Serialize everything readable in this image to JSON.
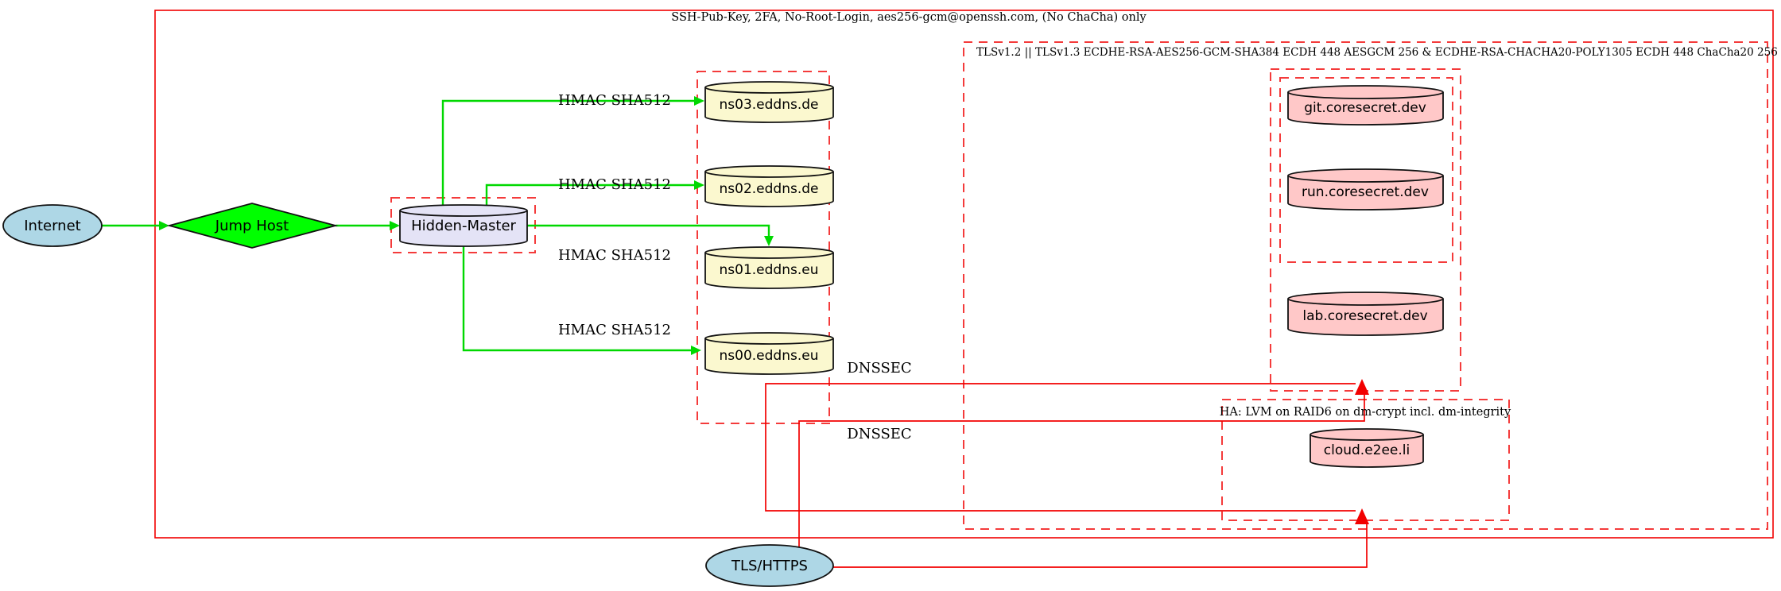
{
  "colors": {
    "red-solid": "#f20000",
    "red-dash": "#f43b3b",
    "green-edge": "#00d800",
    "green-node": "#00ff00",
    "lightblue": "#aed7e6",
    "lavender": "#e4e3f6",
    "lightyellow": "#fbf8cf",
    "pink": "#ffc8c8",
    "ink": "#111111"
  },
  "clusters": {
    "ssh": {
      "label": "SSH-Pub-Key, 2FA, No-Root-Login, aes256-gcm@openssh.com, (No ChaCha) only"
    },
    "tls": {
      "label": "TLSv1.2 || TLSv1.3 ECDHE-RSA-AES256-GCM-SHA384 ECDH 448 AESGCM 256 & ECDHE-RSA-CHACHA20-POLY1305 ECDH 448 ChaCha20 256"
    },
    "ha": {
      "label": "HA: LVM on RAID6 on dm-crypt incl. dm-integrity"
    }
  },
  "nodes": {
    "internet": {
      "label": "Internet"
    },
    "jump_host": {
      "label": "Jump Host"
    },
    "hidden_master": {
      "label": "Hidden-Master"
    },
    "ns03": {
      "label": "ns03.eddns.de"
    },
    "ns02": {
      "label": "ns02.eddns.de"
    },
    "ns01": {
      "label": "ns01.eddns.eu"
    },
    "ns00": {
      "label": "ns00.eddns.eu"
    },
    "git": {
      "label": "git.coresecret.dev"
    },
    "run": {
      "label": "run.coresecret.dev"
    },
    "lab": {
      "label": "lab.coresecret.dev"
    },
    "cloud": {
      "label": "cloud.e2ee.li"
    },
    "tls_https": {
      "label": "TLS/HTTPS"
    }
  },
  "edge_labels": {
    "hmac": "HMAC SHA512",
    "dnssec": "DNSSEC"
  }
}
